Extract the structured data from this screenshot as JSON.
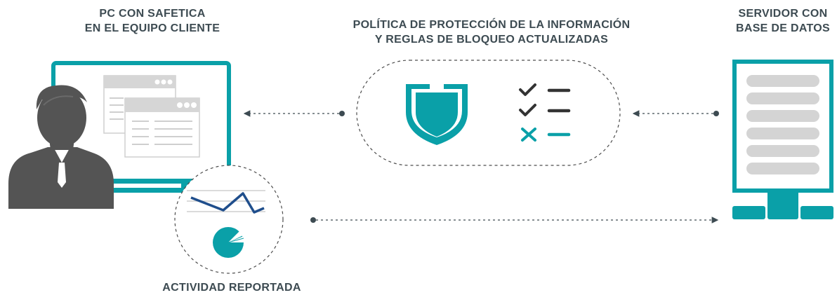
{
  "labels": {
    "client_line1": "PC CON SAFETICA",
    "client_line2": "EN EL EQUIPO CLIENTE",
    "policy_line1": "POLÍTICA DE PROTECCIÓN DE LA INFORMACIÓN",
    "policy_line2": "Y REGLAS DE BLOQUEO ACTUALIZADAS",
    "server_line1": "SERVIDOR CON",
    "server_line2": "BASE DE DATOS",
    "activity": "ACTIVIDAD REPORTADA"
  },
  "colors": {
    "teal": "#0aa0a8",
    "dark_gray": "#545454",
    "navy": "#1f4e8c",
    "light_gray": "#d4d4d4",
    "text": "#3d4b52"
  },
  "icons": [
    "user-silhouette-icon",
    "monitor-icon",
    "window-icon",
    "shield-icon",
    "checklist-icon",
    "server-icon",
    "line-chart-icon",
    "pie-chart-icon"
  ]
}
